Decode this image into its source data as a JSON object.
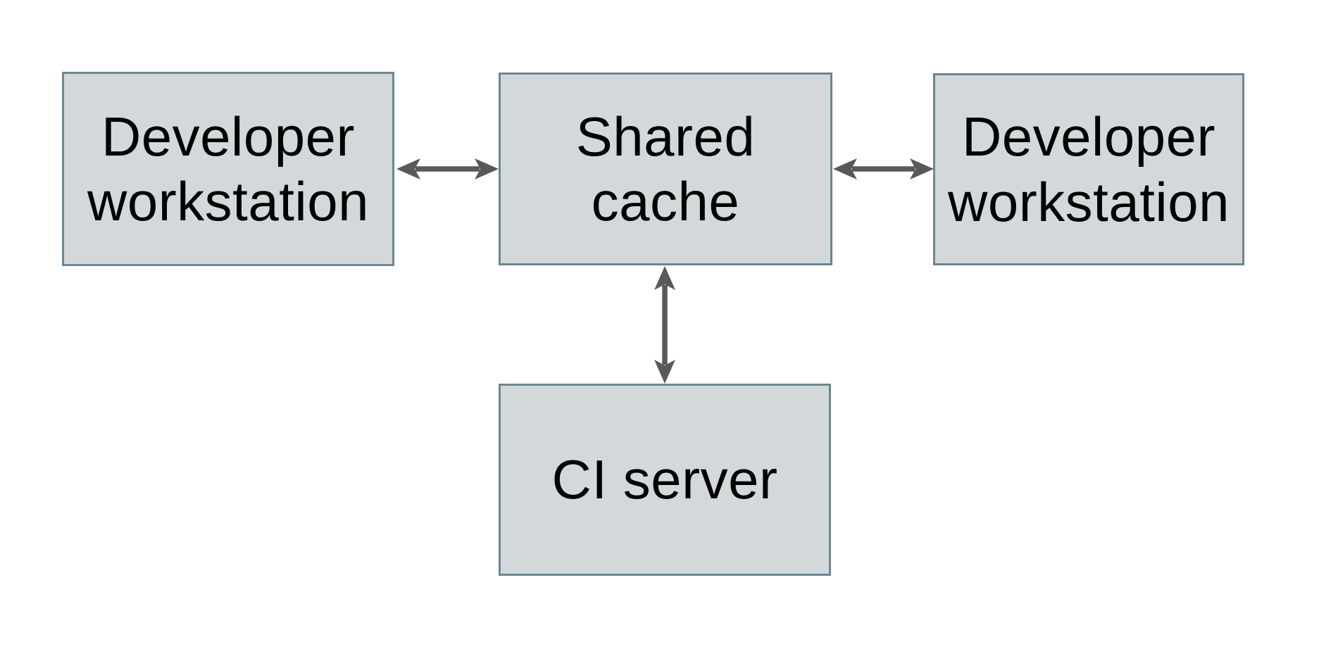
{
  "diagram": {
    "type": "architecture-diagram",
    "nodes": [
      {
        "id": "developer-workstation-left",
        "label": "Developer\nworkstation"
      },
      {
        "id": "shared-cache",
        "label": "Shared\ncache"
      },
      {
        "id": "developer-workstation-right",
        "label": "Developer\nworkstation"
      },
      {
        "id": "ci-server",
        "label": "CI server"
      }
    ],
    "edges": [
      {
        "from": "developer-workstation-left",
        "to": "shared-cache",
        "bidirectional": true,
        "orientation": "horizontal"
      },
      {
        "from": "shared-cache",
        "to": "developer-workstation-right",
        "bidirectional": true,
        "orientation": "horizontal"
      },
      {
        "from": "shared-cache",
        "to": "ci-server",
        "bidirectional": true,
        "orientation": "vertical"
      }
    ],
    "colors": {
      "node_fill": "#d3d9db",
      "node_border": "#6d8692",
      "arrow": "#595959",
      "text": "#000000",
      "background": "#ffffff"
    }
  }
}
